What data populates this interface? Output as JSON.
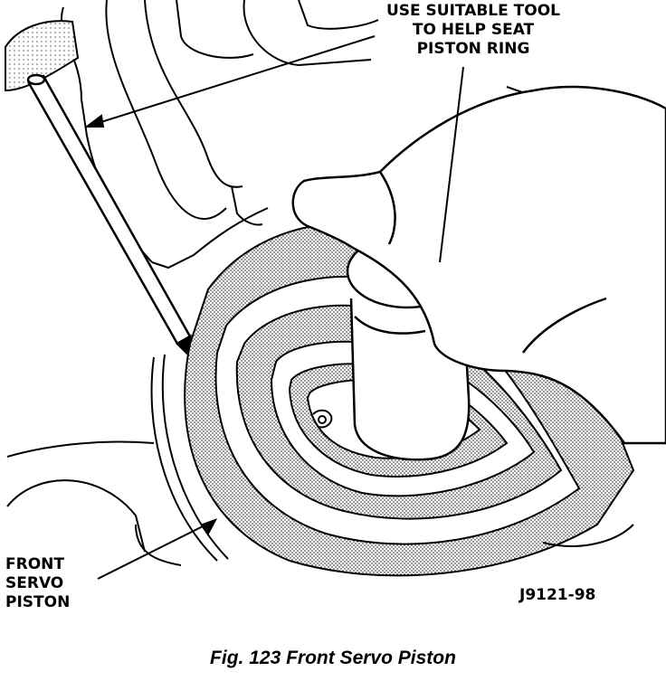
{
  "labels": {
    "tool": [
      "USE SUITABLE TOOL",
      "TO HELP SEAT",
      "PISTON RING"
    ],
    "piston": [
      "FRONT",
      "SERVO",
      "PISTON"
    ]
  },
  "figure_id": "J9121-98",
  "caption": "Fig. 123 Front Servo Piston"
}
